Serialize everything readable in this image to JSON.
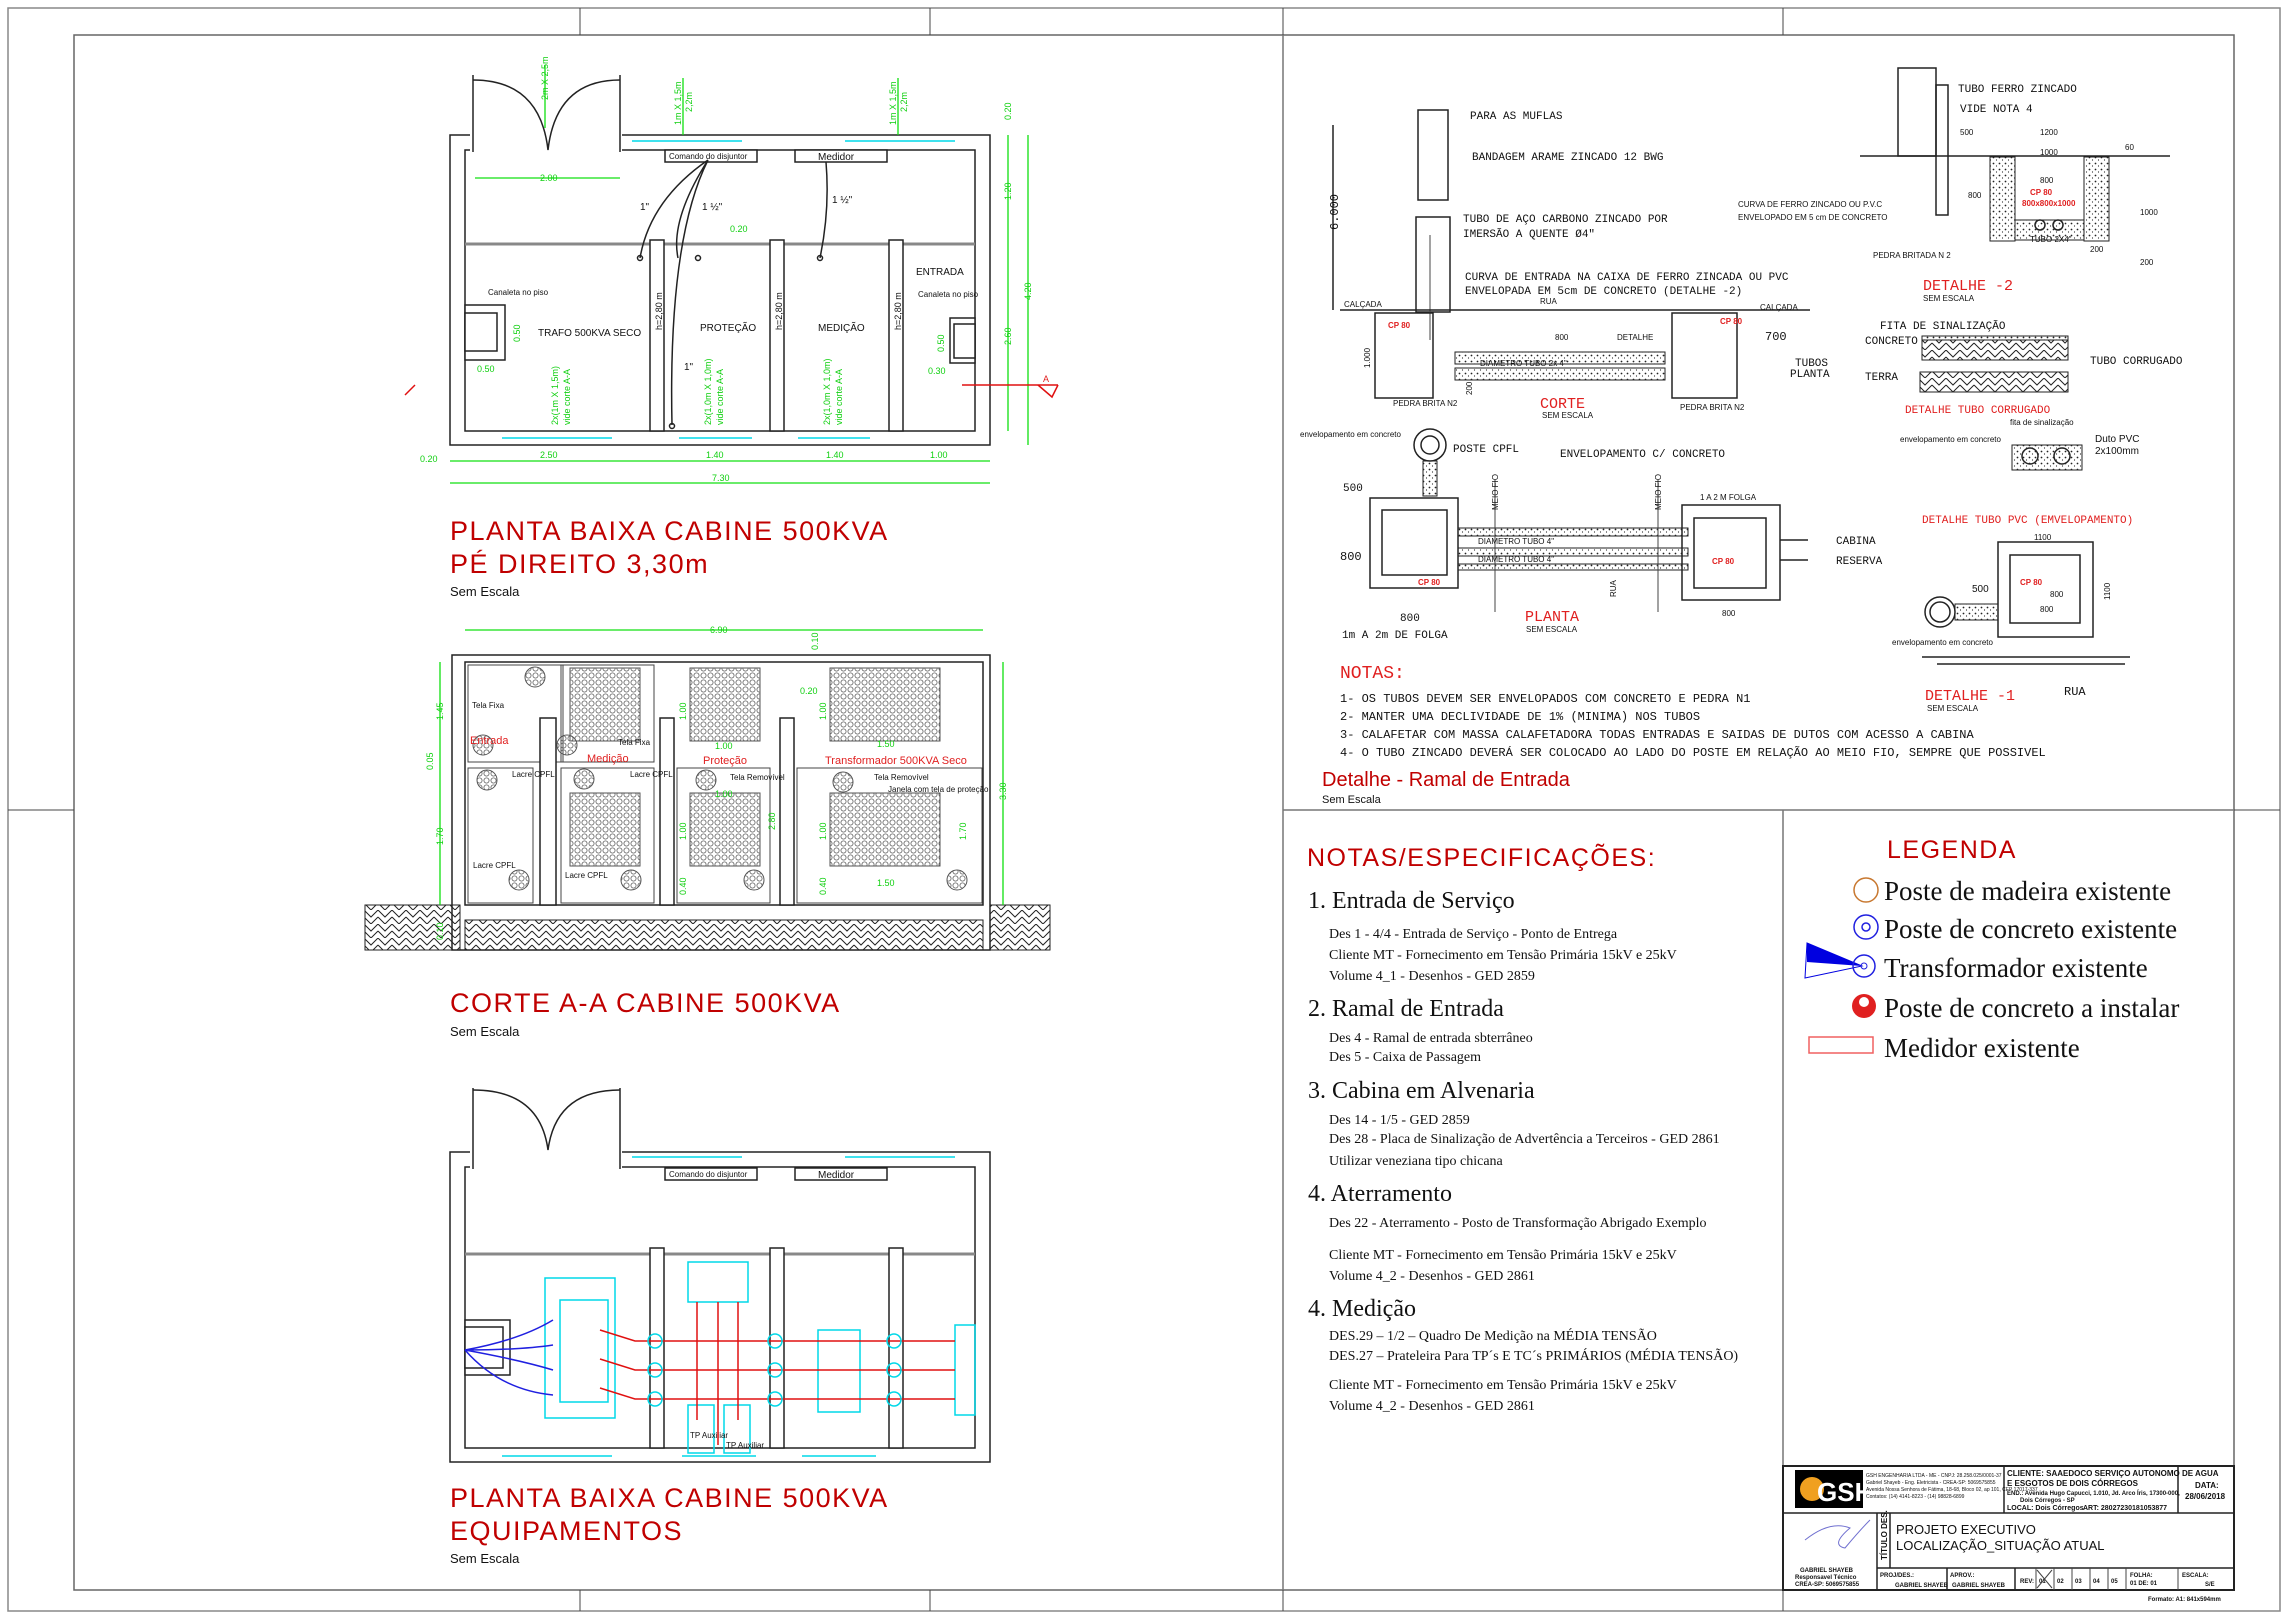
{
  "plan1": {
    "title_line1": "PLANTA BAIXA CABINE 500KVA",
    "title_line2": "PÉ DIREITO 3,30m",
    "scale": "Sem Escala",
    "rooms": [
      "TRAFO 500KVA SECO",
      "PROTEÇÃO",
      "MEDIÇÃO",
      "ENTRADA"
    ],
    "comando": "Comando do disjuntor",
    "medidor": "Medidor",
    "canaleta": "Canaleta no piso",
    "partition_height": "h=2,80 m",
    "conduit_1": "1\"",
    "conduit_15": "1 ½\"",
    "door_size": "2m X 2,5m",
    "window_size": "1m X 1,5m",
    "window_height": "2,2m",
    "vent_trafo": "2x(1m X 1,5m)",
    "vent_other": "2x(1,0m X 1,0m)",
    "vide_corte": "vide corte A-A",
    "section_mark": "A",
    "dims": {
      "door_w": "2.00",
      "b1": "2.50",
      "b2": "1.40",
      "b3": "1.40",
      "b4": "1.00",
      "total": "7.30",
      "wall": "0.20",
      "r_total": "4.20",
      "r_top": "1.20",
      "r_bot": "2.60",
      "r_wall": "0.20",
      "part": "0.20",
      "can_h": "0.50",
      "can_w": "0.50",
      "can2_w": "0.30"
    }
  },
  "corte_aa": {
    "title": "CORTE A-A  CABINE 500KVA",
    "scale": "Sem Escala",
    "rooms": [
      "Entrada",
      "Medição",
      "Proteção",
      "Transformador 500KVA Seco"
    ],
    "labels": {
      "tela_fixa": "Tela Fixa",
      "lacre": "Lacre CPFL",
      "tela_removivel": "Tela Removível",
      "janela": "Janela com tela de proteção"
    },
    "dims": {
      "width": "6.90",
      "top": "0.10",
      "h_total": "3.30",
      "h_upper": "1.45",
      "h_lower": "1.70",
      "mid": "0.05",
      "panel": "1.00",
      "panel_wide": "1.50",
      "sill": "0.40",
      "gap": "0.20",
      "h_part": "2.80",
      "base": "0.10"
    }
  },
  "plan2": {
    "title_line1": "PLANTA BAIXA CABINE 500KVA",
    "title_line2": "EQUIPAMENTOS",
    "scale": "Sem Escala",
    "comando": "Comando do disjuntor",
    "medidor": "Medidor",
    "tp_label": "TP Auxiliar"
  },
  "ramal": {
    "corte": {
      "para_muflas": "PARA AS MUFLAS",
      "bandagem": "BANDAGEM ARAME ZINCADO 12 BWG",
      "tubo_aco_1": "TUBO DE AÇO CARBONO ZINCADO POR",
      "tubo_aco_2": "IMERSÃO A QUENTE Ø4\"",
      "curva_1": "CURVA DE ENTRADA NA CAIXA DE FERRO ZINCADA OU PVC",
      "curva_2": "ENVELOPADA EM 5cm DE CONCRETO (DETALHE -2)",
      "height": "6.000",
      "calcada": "CALÇADA",
      "rua": "RUA",
      "cp80": "CP 80",
      "d800": "800",
      "d700": "700",
      "d1000": "1.000",
      "detalhe": "DETALHE",
      "diametro": "DIAMETRO TUBO 2x 4\"",
      "tubos_planta_1": "TUBOS",
      "tubos_planta_2": "PLANTA",
      "pedra": "PEDRA BRITA N2",
      "d200": "200",
      "title": "CORTE",
      "scale": "SEM ESCALA"
    },
    "planta": {
      "poste": "POSTE CPFL",
      "envelopamento": "envelopamento em concreto",
      "env_concreto": "ENVELOPAMENTO  C/ CONCRETO",
      "meio_fio": "MEIO FIO",
      "diametro": "DIAMETRO TUBO 4\"",
      "folga_small": "1 A 2 M FOLGA",
      "folga": "1m A 2m DE FOLGA",
      "cabina": "CABINA",
      "reserva": "RESERVA",
      "cp80": "CP 80",
      "rua": "RUA",
      "d500": "500",
      "d800": "800",
      "title": "PLANTA",
      "scale": "SEM ESCALA"
    },
    "detalhe2": {
      "tubo_ferro": "TUBO FERRO ZINCADO",
      "vide_nota": "VIDE NOTA 4",
      "curva_1": "CURVA DE FERRO ZINCADO OU P.V.C",
      "curva_2": "ENVELOPADO EM 5 cm  DE CONCRETO",
      "pedra": "PEDRA BRITADA N 2",
      "cp80": "CP 80",
      "cp_dims": "800x800x1000",
      "tubo": "TUBO 2X4\"",
      "dims": [
        "500",
        "1200",
        "1000",
        "60",
        "800",
        "800",
        "200",
        "1000",
        "200",
        "200"
      ],
      "title": "DETALHE -2",
      "scale": "SEM ESCALA"
    },
    "corrugado": {
      "fita": "FITA DE SINALIZAÇÃO",
      "concreto": "CONCRETO",
      "terra": "TERRA",
      "tubo": "TUBO CORRUGADO",
      "title": "DETALHE TUBO CORRUGADO"
    },
    "pvc": {
      "envelopamento": "envelopamento em concreto",
      "fita": "fita de sinalização",
      "duto_1": "Duto PVC",
      "duto_2": "2x100mm",
      "title": "DETALHE TUBO PVC (EMVELOPAMENTO)"
    },
    "detalhe1": {
      "d1100": "1100",
      "d500": "500",
      "d800": "800",
      "cp80": "CP 80",
      "envelopamento": "envelopamento em concreto",
      "rua": "RUA",
      "title": "DETALHE -1",
      "scale": "SEM ESCALA"
    },
    "notas": {
      "title": "NOTAS:",
      "items": [
        "1- OS TUBOS DEVEM SER ENVELOPADOS COM CONCRETO E PEDRA N1",
        "2- MANTER UMA DECLIVIDADE DE 1% (MINIMA) NOS TUBOS",
        "3- CALAFETAR COM MASSA CALAFETADORA TODAS ENTRADAS E SAIDAS DE DUTOS COM ACESSO A CABINA",
        "4- O TUBO ZINCADO DEVERÁ SER COLOCADO AO LADO DO POSTE EM RELAÇÃO AO MEIO FIO, SEMPRE QUE POSSIVEL"
      ]
    },
    "title": "Detalhe - Ramal de Entrada",
    "scale": "Sem Escala"
  },
  "specs": {
    "title": "NOTAS/ESPECIFICAÇÕES:",
    "sections": [
      {
        "heading": "1. Entrada de Serviço",
        "lines": [
          "Des 1 - 4/4 - Entrada de Serviço - Ponto de Entrega",
          "Cliente MT - Fornecimento em Tensão Primária 15kV e 25kV",
          "Volume 4_1 - Desenhos - GED 2859"
        ]
      },
      {
        "heading": "2. Ramal de Entrada",
        "lines": [
          "Des 4 - Ramal de entrada sbterrâneo",
          "Des 5 - Caixa de Passagem"
        ]
      },
      {
        "heading": "3. Cabina em Alvenaria",
        "lines": [
          "Des 14 - 1/5 -  GED 2859",
          "Des 28 - Placa de Sinalização de Advertência a Terceiros - GED 2861",
          "Utilizar veneziana tipo chicana"
        ]
      },
      {
        "heading": "4. Aterramento",
        "lines": [
          "Des 22 - Aterramento - Posto de Transformação Abrigado Exemplo",
          "Cliente MT - Fornecimento em Tensão Primária 15kV e 25kV",
          "Volume 4_2 - Desenhos - GED 2861"
        ]
      },
      {
        "heading": "4. Medição",
        "lines": [
          "DES.29 – 1/2 – Quadro De Medição na MÉDIA TENSÃO",
          "DES.27 – Prateleira Para TP´s E TC´s PRIMÁRIOS (MÉDIA TENSÃO)",
          "Cliente MT - Fornecimento em Tensão Primária 15kV e 25kV",
          "Volume 4_2 - Desenhos - GED 2861"
        ]
      }
    ]
  },
  "legend": {
    "title": "LEGENDA",
    "items": [
      {
        "label": "Poste de madeira existente",
        "icon": "wood-pole-icon",
        "color": "#c87830"
      },
      {
        "label": "Poste de concreto existente",
        "icon": "concrete-pole-icon",
        "color": "#2020e0"
      },
      {
        "label": "Transformador existente",
        "icon": "transformer-icon",
        "color": "#0000e0"
      },
      {
        "label": "Poste de concreto a instalar",
        "icon": "new-pole-icon",
        "color": "#e02020"
      },
      {
        "label": "Medidor existente",
        "icon": "meter-icon",
        "color": "#f06060"
      }
    ]
  },
  "title_block": {
    "logo": "GSH",
    "company": [
      "GSH ENGENHARIA LTDA - ME - CNPJ: 28.258.025/0001-37",
      "Gabriel Shayeb - Eng. Eletricista - CREA-SP: 5069575855",
      "Avenida Nossa Senhora de Fátima, 18-68, Bloco 02, ap 101, CEP 17017-337",
      "Contatos: (14) 4141-8223 - (14) 98828-6899"
    ],
    "cliente_1": "CLIENTE: SAAEDOCO SERVIÇO AUTONOMO DE AGUA",
    "cliente_2": "E ESGOTOS DE DOIS CÓRREGOS",
    "endereco_1": "END.: Avenida Hugo Capucci, 1.010, Jd. Arco Íris, 17300-000,",
    "endereco_2": "Dois Córregos  -  SP",
    "local": "LOCAL: Dois Córregos",
    "art": "ART: 28027230181053877",
    "data_label": "DATA:",
    "data": "28/06/2018",
    "titulo_label": "TÍTULO DES.",
    "titulo_1": "PROJETO  EXECUTIVO",
    "titulo_2": "LOCALIZAÇÃO_SITUAÇÃO  ATUAL",
    "signer": "GABRIEL SHAYEB",
    "signer_role": "Responsavel Técnico",
    "signer_crea": "CREA-SP: 5069575855",
    "proj_label": "PROJ/DES.:",
    "proj": "GABRIEL SHAYEB",
    "aprov_label": "APROV.:",
    "aprov": "GABRIEL SHAYEB",
    "rev_label": "REV:",
    "revs": [
      "01",
      "02",
      "03",
      "04",
      "05"
    ],
    "folha_label": "FOLHA:",
    "folha": "01  DE:  01",
    "escala_label": "ESCALA:",
    "escala": "S/E",
    "formato": "Formato:  A1:  841x594mm"
  }
}
